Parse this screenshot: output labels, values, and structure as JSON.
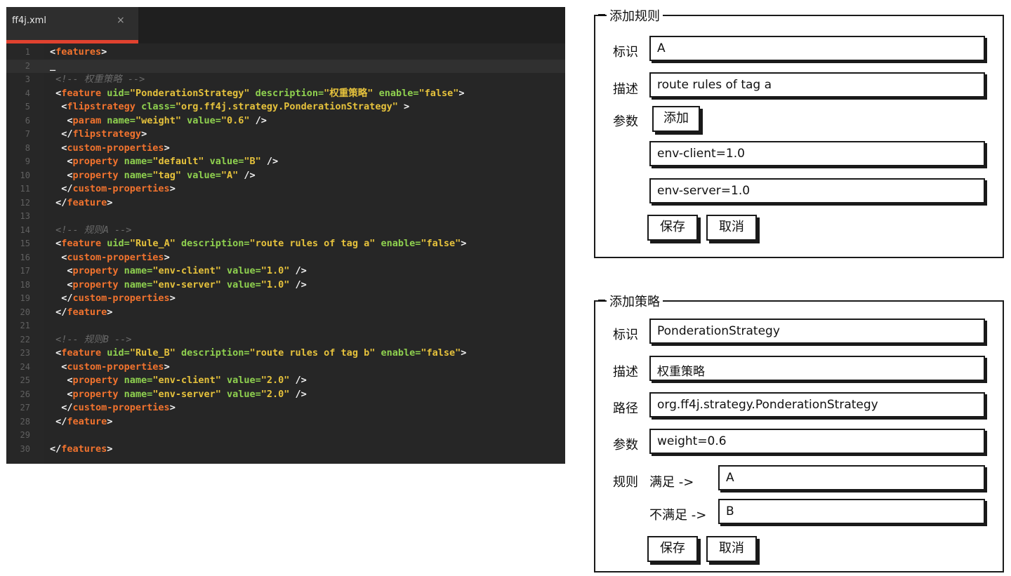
{
  "editor": {
    "tab_name": "ff4j.xml",
    "tab_close": "×",
    "lines": [
      {
        "n": "1",
        "tokens": [
          {
            "t": "tag",
            "v": "<"
          },
          {
            "t": "name",
            "v": "features"
          },
          {
            "t": "tag",
            "v": ">"
          }
        ]
      },
      {
        "n": "2",
        "tokens": [
          {
            "t": "plain",
            "v": "_"
          }
        ]
      },
      {
        "n": "3",
        "tokens": [
          {
            "t": "com",
            "v": " <!-- 权重策略 -->"
          }
        ]
      },
      {
        "n": "4",
        "tokens": [
          {
            "t": "tag",
            "v": " <"
          },
          {
            "t": "name",
            "v": "feature"
          },
          {
            "t": "attr",
            "v": " uid="
          },
          {
            "t": "val",
            "v": "\"PonderationStrategy\""
          },
          {
            "t": "attr",
            "v": " description="
          },
          {
            "t": "val",
            "v": "\"权重策略\""
          },
          {
            "t": "attr",
            "v": " enable="
          },
          {
            "t": "val",
            "v": "\"false\""
          },
          {
            "t": "tag",
            "v": ">"
          }
        ]
      },
      {
        "n": "5",
        "tokens": [
          {
            "t": "tag",
            "v": "  <"
          },
          {
            "t": "name",
            "v": "flipstrategy"
          },
          {
            "t": "attr",
            "v": " class="
          },
          {
            "t": "val",
            "v": "\"org.ff4j.strategy.PonderationStrategy\""
          },
          {
            "t": "tag",
            "v": " >"
          }
        ]
      },
      {
        "n": "6",
        "tokens": [
          {
            "t": "tag",
            "v": "   <"
          },
          {
            "t": "name",
            "v": "param"
          },
          {
            "t": "attr",
            "v": " name="
          },
          {
            "t": "val",
            "v": "\"weight\""
          },
          {
            "t": "attr",
            "v": " value="
          },
          {
            "t": "val",
            "v": "\"0.6\""
          },
          {
            "t": "tag",
            "v": " />"
          }
        ]
      },
      {
        "n": "7",
        "tokens": [
          {
            "t": "tag",
            "v": "  </"
          },
          {
            "t": "name",
            "v": "flipstrategy"
          },
          {
            "t": "tag",
            "v": ">"
          }
        ]
      },
      {
        "n": "8",
        "tokens": [
          {
            "t": "tag",
            "v": "  <"
          },
          {
            "t": "name",
            "v": "custom-properties"
          },
          {
            "t": "tag",
            "v": ">"
          }
        ]
      },
      {
        "n": "9",
        "tokens": [
          {
            "t": "tag",
            "v": "   <"
          },
          {
            "t": "name",
            "v": "property"
          },
          {
            "t": "attr",
            "v": " name="
          },
          {
            "t": "val",
            "v": "\"default\""
          },
          {
            "t": "attr",
            "v": " value="
          },
          {
            "t": "val",
            "v": "\"B\""
          },
          {
            "t": "tag",
            "v": " />"
          }
        ]
      },
      {
        "n": "10",
        "tokens": [
          {
            "t": "tag",
            "v": "   <"
          },
          {
            "t": "name",
            "v": "property"
          },
          {
            "t": "attr",
            "v": " name="
          },
          {
            "t": "val",
            "v": "\"tag\""
          },
          {
            "t": "attr",
            "v": " value="
          },
          {
            "t": "val",
            "v": "\"A\""
          },
          {
            "t": "tag",
            "v": " />"
          }
        ]
      },
      {
        "n": "11",
        "tokens": [
          {
            "t": "tag",
            "v": "  </"
          },
          {
            "t": "name",
            "v": "custom-properties"
          },
          {
            "t": "tag",
            "v": ">"
          }
        ]
      },
      {
        "n": "12",
        "tokens": [
          {
            "t": "tag",
            "v": " </"
          },
          {
            "t": "name",
            "v": "feature"
          },
          {
            "t": "tag",
            "v": ">"
          }
        ]
      },
      {
        "n": "13",
        "tokens": []
      },
      {
        "n": "14",
        "tokens": [
          {
            "t": "com",
            "v": " <!-- 规则A -->"
          }
        ]
      },
      {
        "n": "15",
        "tokens": [
          {
            "t": "tag",
            "v": " <"
          },
          {
            "t": "name",
            "v": "feature"
          },
          {
            "t": "attr",
            "v": " uid="
          },
          {
            "t": "val",
            "v": "\"Rule_A\""
          },
          {
            "t": "attr",
            "v": " description="
          },
          {
            "t": "val",
            "v": "\"route rules of tag a\""
          },
          {
            "t": "attr",
            "v": " enable="
          },
          {
            "t": "val",
            "v": "\"false\""
          },
          {
            "t": "tag",
            "v": ">"
          }
        ]
      },
      {
        "n": "16",
        "tokens": [
          {
            "t": "tag",
            "v": "  <"
          },
          {
            "t": "name",
            "v": "custom-properties"
          },
          {
            "t": "tag",
            "v": ">"
          }
        ]
      },
      {
        "n": "17",
        "tokens": [
          {
            "t": "tag",
            "v": "   <"
          },
          {
            "t": "name",
            "v": "property"
          },
          {
            "t": "attr",
            "v": " name="
          },
          {
            "t": "val",
            "v": "\"env-client\""
          },
          {
            "t": "attr",
            "v": " value="
          },
          {
            "t": "val",
            "v": "\"1.0\""
          },
          {
            "t": "tag",
            "v": " />"
          }
        ]
      },
      {
        "n": "18",
        "tokens": [
          {
            "t": "tag",
            "v": "   <"
          },
          {
            "t": "name",
            "v": "property"
          },
          {
            "t": "attr",
            "v": " name="
          },
          {
            "t": "val",
            "v": "\"env-server\""
          },
          {
            "t": "attr",
            "v": " value="
          },
          {
            "t": "val",
            "v": "\"1.0\""
          },
          {
            "t": "tag",
            "v": " />"
          }
        ]
      },
      {
        "n": "19",
        "tokens": [
          {
            "t": "tag",
            "v": "  </"
          },
          {
            "t": "name",
            "v": "custom-properties"
          },
          {
            "t": "tag",
            "v": ">"
          }
        ]
      },
      {
        "n": "20",
        "tokens": [
          {
            "t": "tag",
            "v": " </"
          },
          {
            "t": "name",
            "v": "feature"
          },
          {
            "t": "tag",
            "v": ">"
          }
        ]
      },
      {
        "n": "21",
        "tokens": []
      },
      {
        "n": "22",
        "tokens": [
          {
            "t": "com",
            "v": " <!-- 规则B -->"
          }
        ]
      },
      {
        "n": "23",
        "tokens": [
          {
            "t": "tag",
            "v": " <"
          },
          {
            "t": "name",
            "v": "feature"
          },
          {
            "t": "attr",
            "v": " uid="
          },
          {
            "t": "val",
            "v": "\"Rule_B\""
          },
          {
            "t": "attr",
            "v": " description="
          },
          {
            "t": "val",
            "v": "\"route rules of tag b\""
          },
          {
            "t": "attr",
            "v": " enable="
          },
          {
            "t": "val",
            "v": "\"false\""
          },
          {
            "t": "tag",
            "v": ">"
          }
        ]
      },
      {
        "n": "24",
        "tokens": [
          {
            "t": "tag",
            "v": "  <"
          },
          {
            "t": "name",
            "v": "custom-properties"
          },
          {
            "t": "tag",
            "v": ">"
          }
        ]
      },
      {
        "n": "25",
        "tokens": [
          {
            "t": "tag",
            "v": "   <"
          },
          {
            "t": "name",
            "v": "property"
          },
          {
            "t": "attr",
            "v": " name="
          },
          {
            "t": "val",
            "v": "\"env-client\""
          },
          {
            "t": "attr",
            "v": " value="
          },
          {
            "t": "val",
            "v": "\"2.0\""
          },
          {
            "t": "tag",
            "v": " />"
          }
        ]
      },
      {
        "n": "26",
        "tokens": [
          {
            "t": "tag",
            "v": "   <"
          },
          {
            "t": "name",
            "v": "property"
          },
          {
            "t": "attr",
            "v": " name="
          },
          {
            "t": "val",
            "v": "\"env-server\""
          },
          {
            "t": "attr",
            "v": " value="
          },
          {
            "t": "val",
            "v": "\"2.0\""
          },
          {
            "t": "tag",
            "v": " />"
          }
        ]
      },
      {
        "n": "27",
        "tokens": [
          {
            "t": "tag",
            "v": "  </"
          },
          {
            "t": "name",
            "v": "custom-properties"
          },
          {
            "t": "tag",
            "v": ">"
          }
        ]
      },
      {
        "n": "28",
        "tokens": [
          {
            "t": "tag",
            "v": " </"
          },
          {
            "t": "name",
            "v": "feature"
          },
          {
            "t": "tag",
            "v": ">"
          }
        ]
      },
      {
        "n": "29",
        "tokens": []
      },
      {
        "n": "30",
        "tokens": [
          {
            "t": "tag",
            "v": "</"
          },
          {
            "t": "name",
            "v": "features"
          },
          {
            "t": "tag",
            "v": ">"
          }
        ]
      }
    ]
  },
  "rule_form": {
    "title": "添加规则",
    "id_label": "标识",
    "id_value": "A",
    "desc_label": "描述",
    "desc_value": "route rules of tag a",
    "params_label": "参数",
    "add_button": "添加",
    "params": [
      "env-client=1.0",
      "env-server=1.0"
    ],
    "save_button": "保存",
    "cancel_button": "取消"
  },
  "strategy_form": {
    "title": "添加策略",
    "id_label": "标识",
    "id_value": "PonderationStrategy",
    "desc_label": "描述",
    "desc_value": "权重策略",
    "path_label": "路径",
    "path_value": "org.ff4j.strategy.PonderationStrategy",
    "params_label": "参数",
    "params_value": "weight=0.6",
    "rules_label": "规则",
    "satisfy_label": "满足 ->",
    "satisfy_value": "A",
    "not_satisfy_label": "不满足 ->",
    "not_satisfy_value": "B",
    "save_button": "保存",
    "cancel_button": "取消"
  }
}
